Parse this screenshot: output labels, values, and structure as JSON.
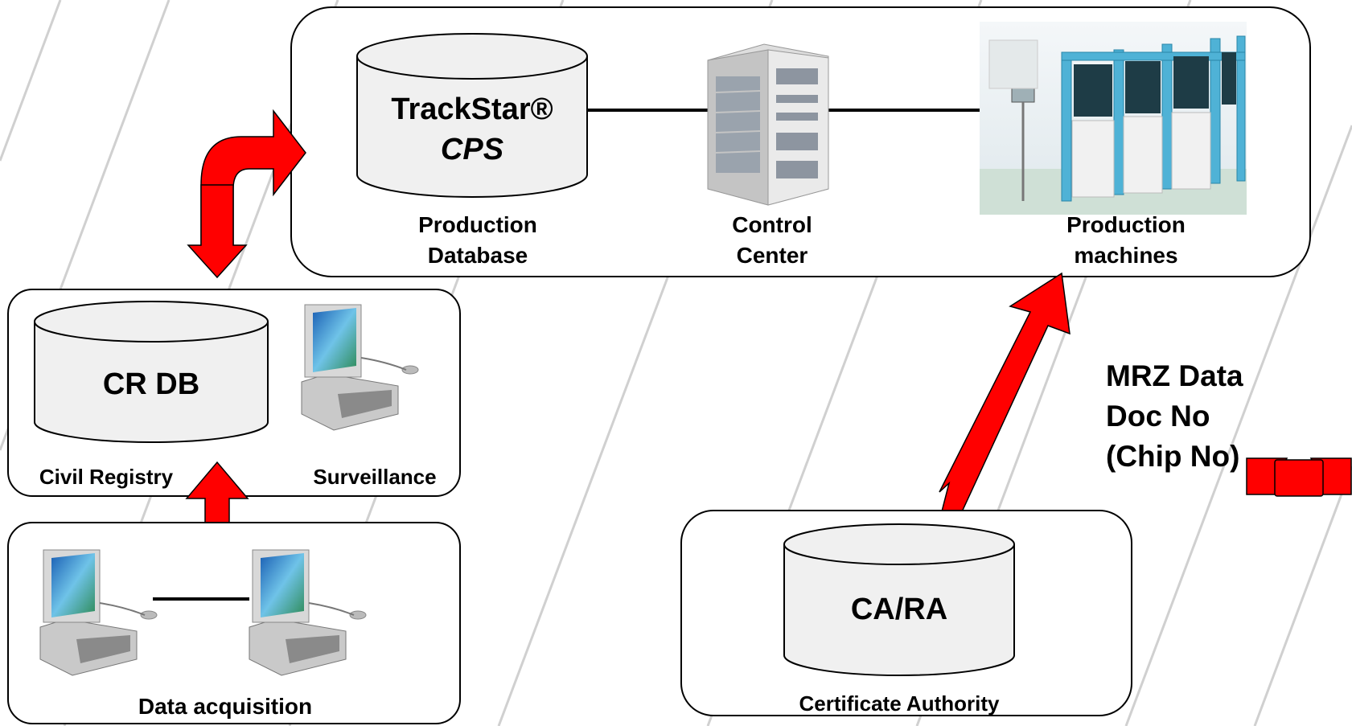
{
  "production_system": {
    "database": {
      "name_line1": "TrackStar®",
      "name_line2": "CPS",
      "label_line1": "Production",
      "label_line2": "Database"
    },
    "control_center": {
      "label_line1": "Control",
      "label_line2": "Center"
    },
    "machines": {
      "label_line1": "Production",
      "label_line2": "machines"
    }
  },
  "civil_registry": {
    "database": {
      "name": "CR DB"
    },
    "registry_label": "Civil Registry",
    "surveillance_label": "Surveillance"
  },
  "data_acquisition": {
    "label": "Data acquisition"
  },
  "certificate_authority": {
    "database": {
      "name": "CA/RA"
    },
    "label": "Certificate Authority"
  },
  "exchange_data": {
    "line1": "MRZ Data",
    "line2": "Doc No",
    "line3": "(Chip No)"
  },
  "colors": {
    "arrow": "#ff0000",
    "border": "#000000",
    "db_fill": "#f0f0f0",
    "background_stripe": "#d0d0d0"
  }
}
